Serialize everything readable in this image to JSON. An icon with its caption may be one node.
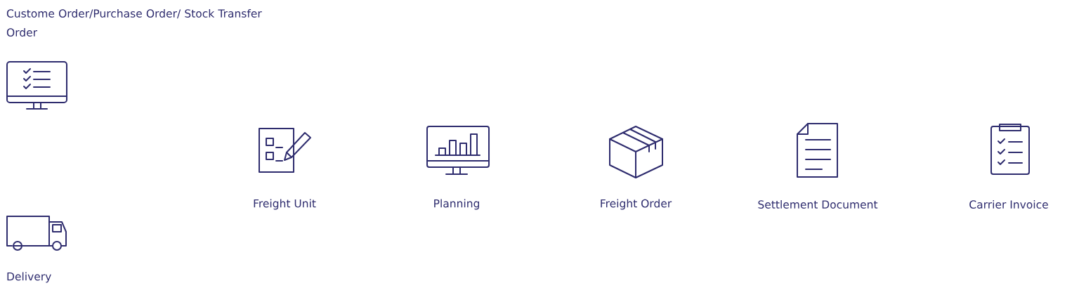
{
  "diagram": {
    "labels": [
      "Custome Order/Purchase Order/ Stock Transfer Order",
      "Delivery",
      "Freight Unit",
      "Planning",
      "Freight Order",
      "Settlement Document",
      "Carrier Invoice"
    ]
  }
}
